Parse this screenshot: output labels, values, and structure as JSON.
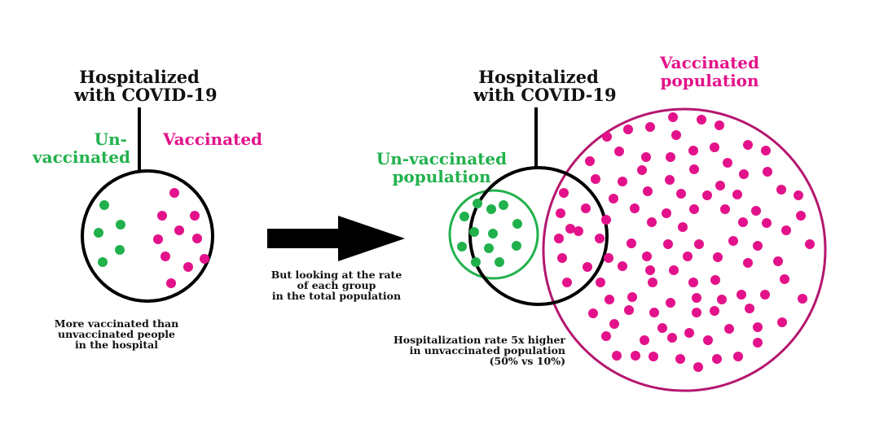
{
  "colors": {
    "unvaccinated": "#21b14c",
    "vaccinated": "#e3128a",
    "vaccinated_outline": "#b5166f",
    "ink": "#000000"
  },
  "left_panel": {
    "title_line1": "Hospitalized",
    "title_line2": "with COVID-19",
    "unvaccinated_label_line1": "Un-",
    "unvaccinated_label_line2": "vaccinated",
    "vaccinated_label": "Vaccinated",
    "caption_line1": "More vaccinated than",
    "caption_line2": "unvaccinated people",
    "caption_line3": "in the hospital",
    "unvaccinated_count": 5,
    "vaccinated_count": 10
  },
  "arrow": {
    "caption_line1": "But looking at the rate",
    "caption_line2": "of each group",
    "caption_line3": "in the total population"
  },
  "right_panel": {
    "title_line1": "Hospitalized",
    "title_line2": "with COVID-19",
    "unvaccinated_pop_line1": "Un-vaccinated",
    "unvaccinated_pop_line2": "population",
    "vaccinated_pop_line1": "Vaccinated",
    "vaccinated_pop_line2": "population",
    "caption_line1": "Hospitalization rate 5x higher",
    "caption_line2": "in unvaccinated population",
    "caption_line3": "(50% vs 10%)"
  }
}
